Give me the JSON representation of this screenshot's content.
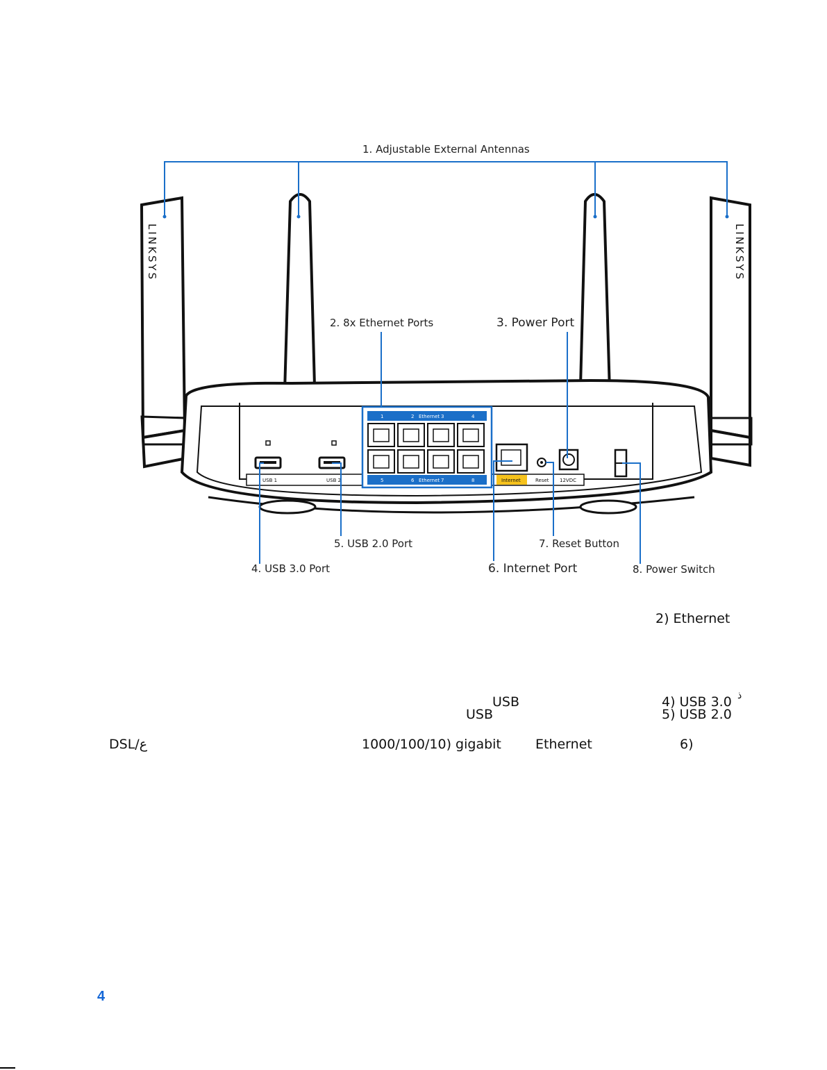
{
  "callouts": {
    "antennas": "1. Adjustable External Antennas",
    "ethernet_ports": "2. 8x Ethernet Ports",
    "power_port": "3. Power Port",
    "usb3_port": "4. USB 3.0 Port",
    "usb2_port": "5. USB 2.0 Port",
    "internet_port": "6. Internet Port",
    "reset_button": "7. Reset Button",
    "power_switch": "8. Power Switch"
  },
  "device_labels": {
    "brand": "LINKSYS",
    "ethernet_top": [
      "1",
      "2",
      "Ethernet",
      "3",
      "4"
    ],
    "ethernet_bottom": [
      "5",
      "6",
      "Ethernet",
      "7",
      "8"
    ],
    "usb1": "USB 1",
    "usb2": "USB 2",
    "internet": "Internet",
    "reset": "Reset",
    "dc": "12VDC"
  },
  "body_fragments": {
    "line1_a": "2) Ethernet",
    "line2_a": "USB",
    "line2_b": "4) USB 3.0",
    "line2_c": "ذ",
    "line3_a": "USB",
    "line3_b": "5) USB 2.0",
    "line4_a": "DSL/ع",
    "line4_b": "1000/100/10) gigabit",
    "line4_c": "Ethernet",
    "line4_d": "6)"
  },
  "page": {
    "number": "4"
  },
  "colors": {
    "callout_line": "#1a6fc9",
    "port_label_bg": "#1b6fc8",
    "internet_bg": "#f6c21c",
    "page_number": "#1366d6"
  }
}
